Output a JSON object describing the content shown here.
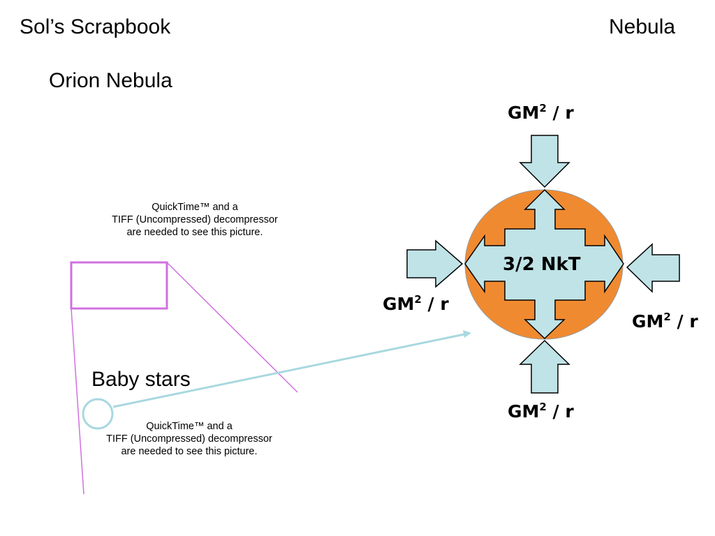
{
  "header": {
    "left_title": "Sol’s Scrapbook",
    "right_title": "Nebula"
  },
  "slide": {
    "subtitle": "Orion Nebula",
    "baby_stars_label": "Baby stars"
  },
  "placeholders": {
    "top": [
      "QuickTime™ and a",
      "TIFF (Uncompressed) decompressor",
      "are needed to see this picture."
    ],
    "bottom": [
      "QuickTime™ and a",
      "TIFF (Uncompressed) decompressor",
      "are needed to see this picture."
    ]
  },
  "diagram": {
    "center_label": "3/2 NkT",
    "gravity_base": "GM",
    "gravity_power": "2",
    "gravity_tail": " / r",
    "colors": {
      "cloud": "#f08a30",
      "arrow_fill": "#bfe3e6",
      "arrow_stroke": "#000000",
      "pointer_line": "#a8d8e0",
      "zoom_box": "#d070e0"
    }
  }
}
